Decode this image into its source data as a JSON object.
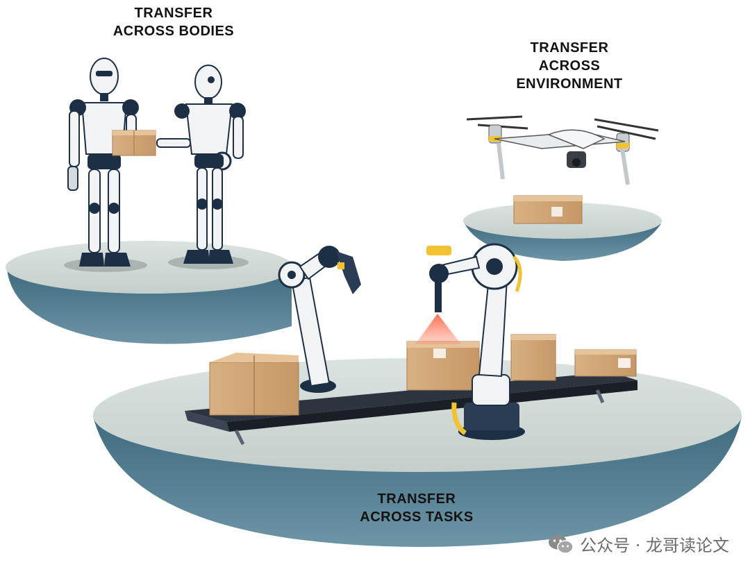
{
  "labels": {
    "bodies": [
      "TRANSFER",
      "ACROSS BODIES"
    ],
    "environment": [
      "TRANSFER",
      "ACROSS",
      "ENVIRONMENT"
    ],
    "tasks": [
      "TRANSFER",
      "ACROSS TASKS"
    ]
  },
  "watermark": {
    "text": "公众号 · 龙哥读论文",
    "icon": "wechat-icon"
  },
  "colors": {
    "platform_top": "#c9d3d0",
    "platform_side": "#4e7789",
    "box": "#d3a97a",
    "robot_dark": "#1d2f45",
    "accent_yellow": "#f2c230",
    "scanner_red": "#e8553f"
  }
}
